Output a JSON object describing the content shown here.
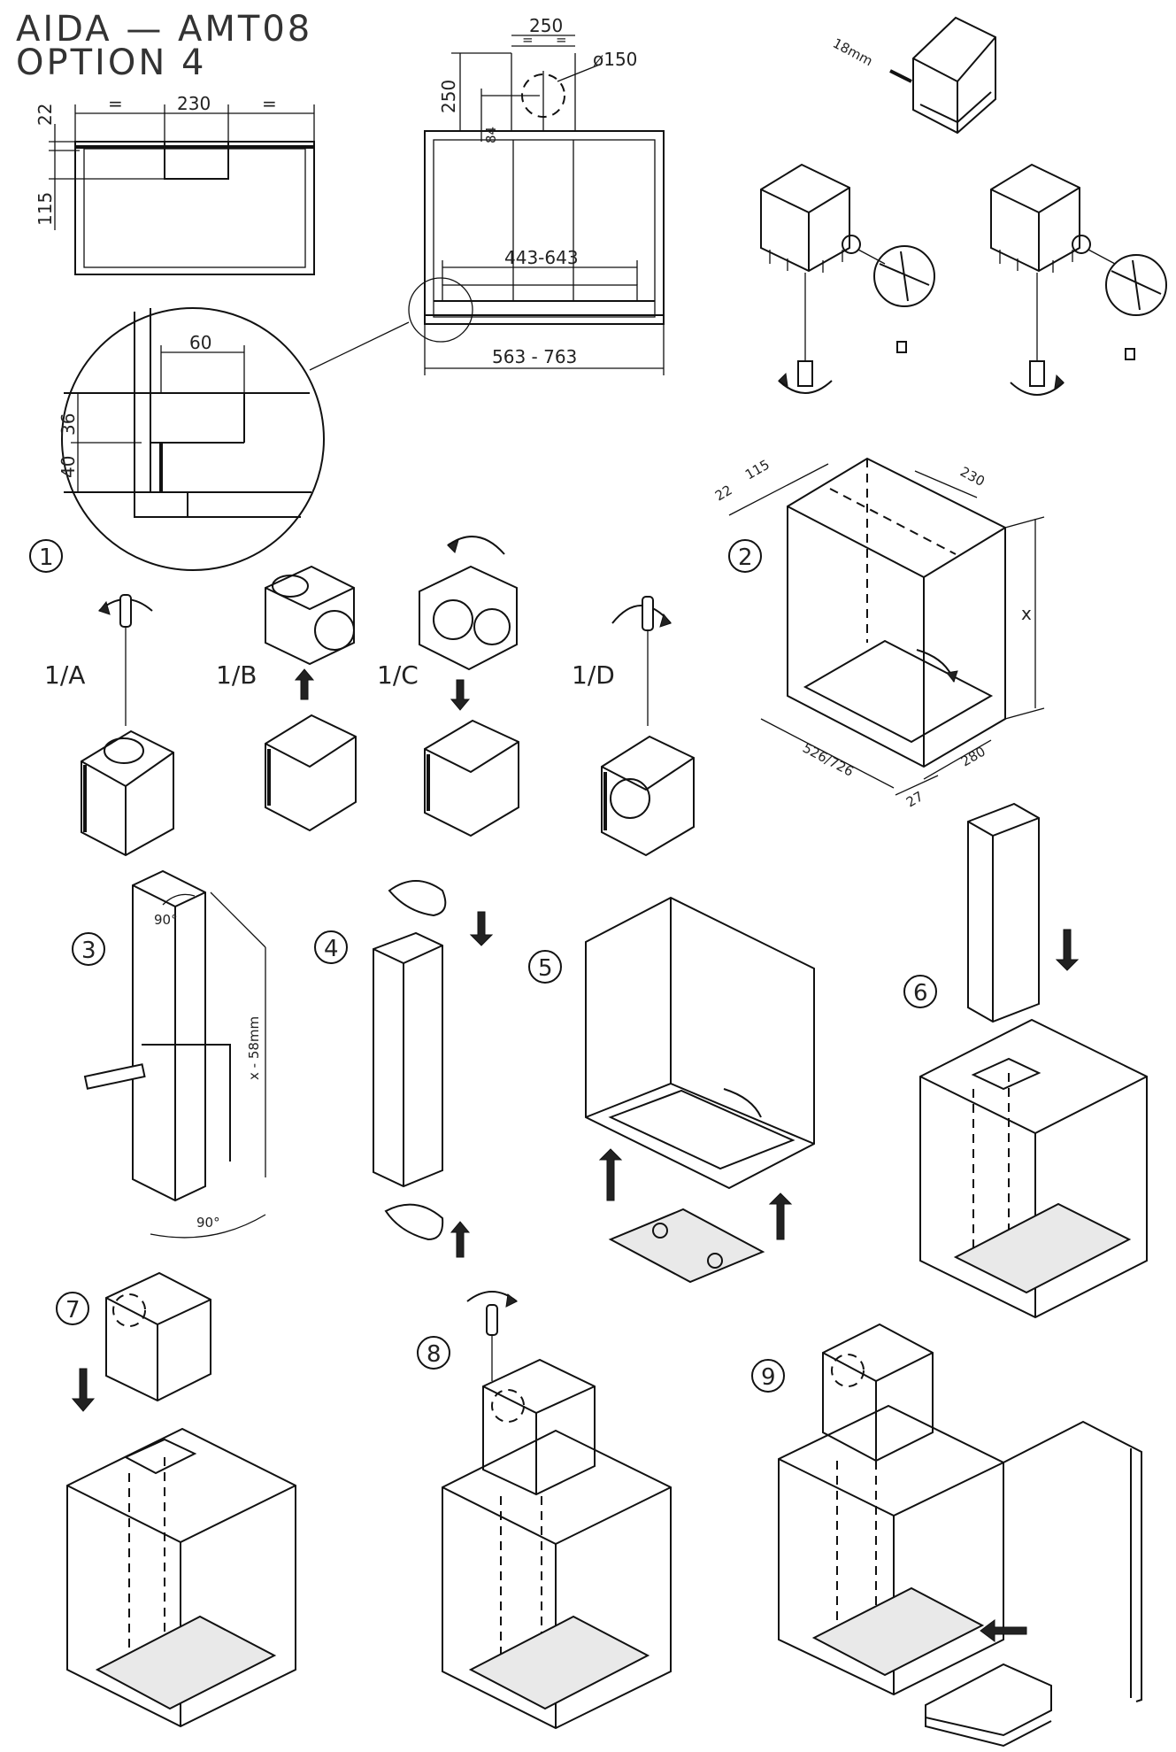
{
  "header": {
    "line1": "AIDA  —  AMT08",
    "line2": "OPTION  4"
  },
  "dims": {
    "top_width": "230",
    "eq": "=",
    "left_22": "22",
    "left_115": "115",
    "chimney_width": "250",
    "chimney_height": "250",
    "offset_84": "84",
    "duct": "ø150",
    "inner_width": "443-643",
    "outer_width": "563 - 763",
    "detail_60": "60",
    "detail_36": "36",
    "detail_40": "40",
    "iso_22": "22",
    "iso_115": "115",
    "iso_230": "230",
    "iso_x": "x",
    "iso_depth": "526/726",
    "iso_280": "280",
    "iso_27": "27",
    "screw_len": "18mm",
    "step3_len": "x - 58mm",
    "angle": "90°"
  },
  "steps": {
    "s1": "1",
    "s1a": "1/A",
    "s1b": "1/B",
    "s1c": "1/C",
    "s1d": "1/D",
    "s2": "2",
    "s3": "3",
    "s4": "4",
    "s5": "5",
    "s6": "6",
    "s7": "7",
    "s8": "8",
    "s9": "9"
  },
  "icons": {
    "screwdriver": "screwdriver-icon",
    "rotate": "rotate-arrow-icon",
    "push": "push-arrow-icon",
    "rope": "rope-coil-icon"
  }
}
